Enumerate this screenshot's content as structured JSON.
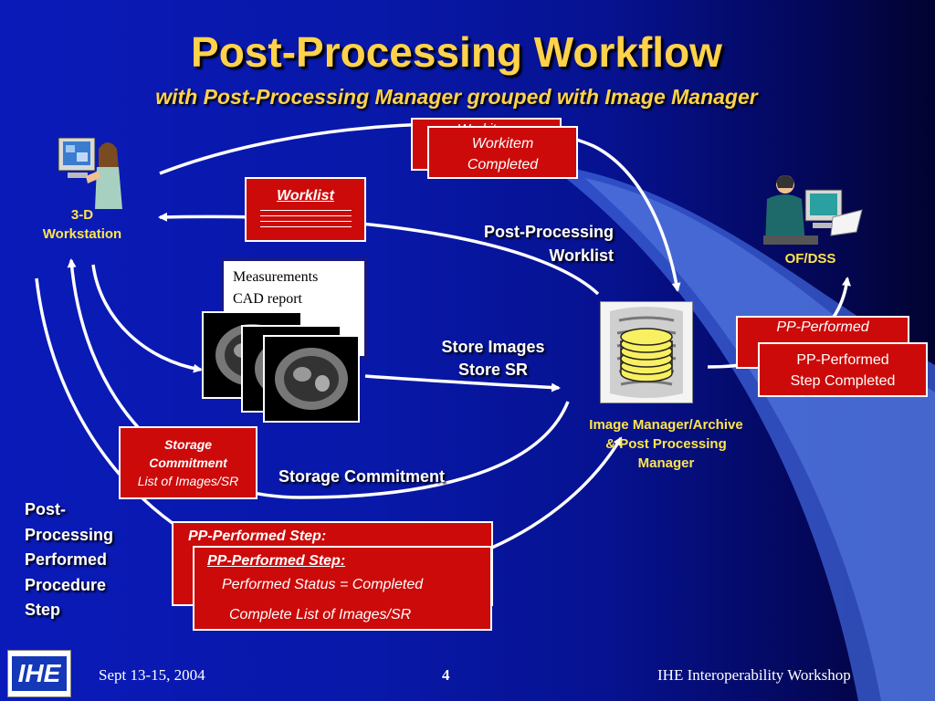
{
  "title": "Post-Processing Workflow",
  "subtitle": "with Post-Processing Manager grouped with Image Manager",
  "actors": {
    "workstation": "3-D\nWorkstation",
    "ofdss": "OF/DSS",
    "image_manager": "Image Manager/Archive\n& Post Processing\nManager"
  },
  "boxes": {
    "workitem_back": "Workitem",
    "workitem_completed": "Workitem\nCompleted",
    "worklist": "Worklist",
    "measurements": "Measurements\nCAD report\n…….",
    "pp_performed_back": "PP-Performed",
    "pp_performed_step_completed": "PP-Performed\nStep Completed",
    "storage_commitment_title": "Storage\nCommitment",
    "storage_commitment_list": "List of Images/SR",
    "pps_back_title": "PP-Performed Step:",
    "pps_front_title": "PP-Performed Step:",
    "pps_front_status": "Performed Status = Completed",
    "pps_front_list": "Complete List of Images/SR"
  },
  "labels": {
    "pp_worklist": "Post-Processing\nWorklist",
    "store_images": "Store Images\nStore SR",
    "storage_commitment": "Storage Commitment",
    "ppps": "Post-\nProcessing\nPerformed\nProcedure\nStep"
  },
  "footer": {
    "date": "Sept 13-15, 2004",
    "page": "4",
    "org": "IHE Interoperability Workshop",
    "logo": "IHE"
  },
  "colors": {
    "title": "#ffd24a",
    "label_yellow": "#ffe54a",
    "box_red": "#cc0a0a",
    "arrow": "#ffffff"
  }
}
